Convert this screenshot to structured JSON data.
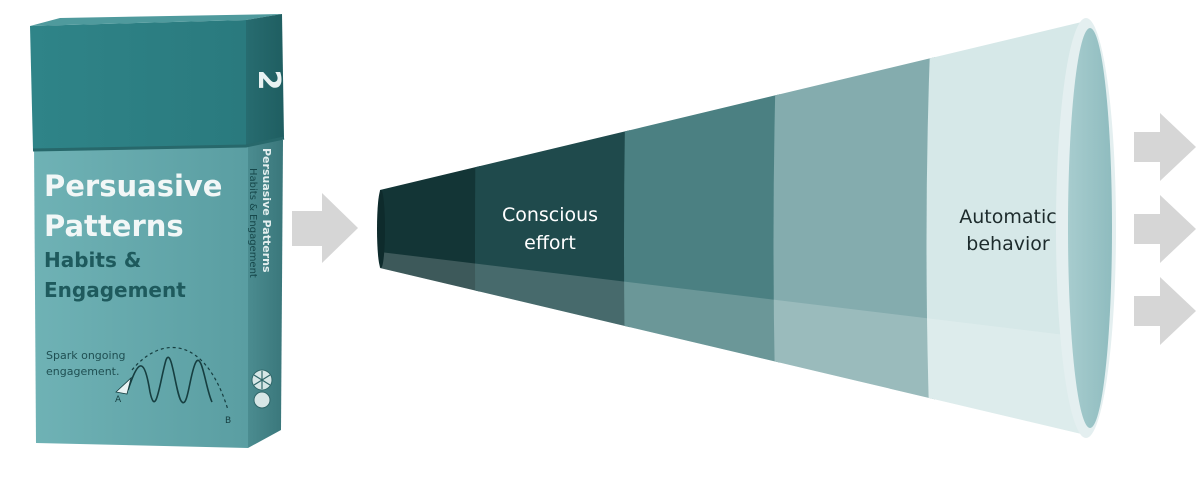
{
  "card_box": {
    "number": "2",
    "title_line1": "Persuasive",
    "title_line2": "Patterns",
    "subtitle_line1": "Habits &",
    "subtitle_line2": "Engagement",
    "tagline_line1": "Spark ongoing",
    "tagline_line2": "engagement.",
    "chart_start": "A",
    "chart_end": "B",
    "side_title": "Persuasive Patterns",
    "side_subtitle": "Habits & Engagement"
  },
  "funnel": {
    "left_label_line1": "Conscious",
    "left_label_line2": "effort",
    "right_label_line1": "Automatic",
    "right_label_line2": "behavior"
  },
  "colors": {
    "box_teal": "#5a9fa3",
    "box_dark": "#3f7f83",
    "funnel_segments": [
      "#123436",
      "#1f4a4c",
      "#4a7f82",
      "#84adaf",
      "#d7e8e8"
    ],
    "funnel_mouth": "#9fc6c9",
    "arrow_grey": "#d4d4d4"
  }
}
